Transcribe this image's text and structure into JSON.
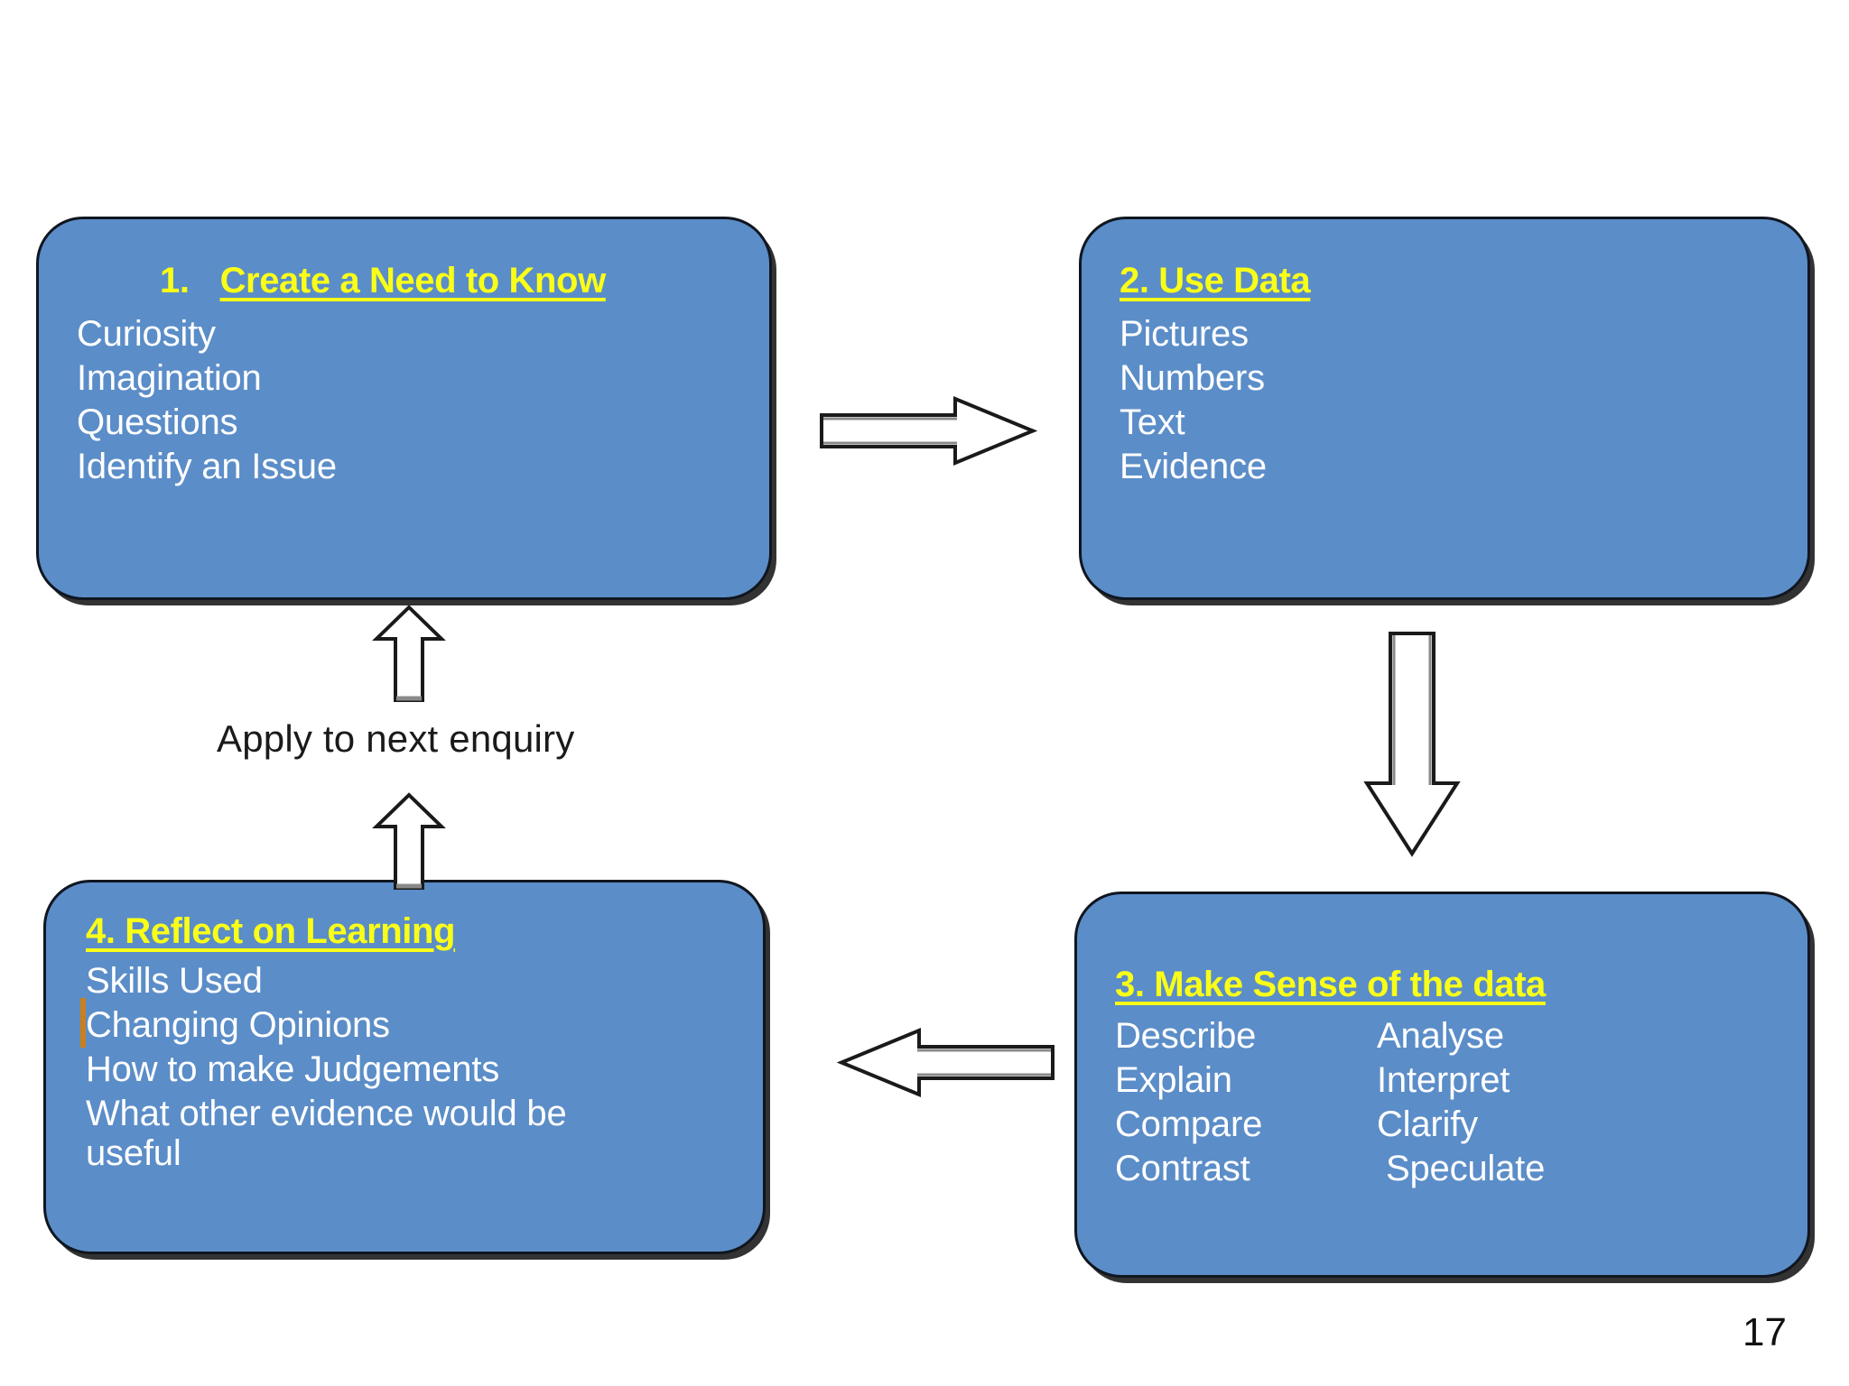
{
  "page": {
    "number": "17",
    "background_color": "#ffffff"
  },
  "theme": {
    "box_fill": "#5B8DC8",
    "box_border": "#10161f",
    "title_color": "#FAFF17",
    "body_text_color": "#ffffff",
    "label_color": "#1a1a1a",
    "caret_color": "#C8801E"
  },
  "nodes": [
    {
      "id": "create-a-need-to-know",
      "number": "1.",
      "title": "Create a Need to Know",
      "items": [
        "Curiosity",
        "Imagination",
        "Questions",
        "Identify an Issue"
      ]
    },
    {
      "id": "use-data",
      "number": "",
      "title": "2. Use Data",
      "items": [
        "Pictures",
        "Numbers",
        "Text",
        "Evidence"
      ]
    },
    {
      "id": "make-sense-of-the-data",
      "number": "",
      "title": "3. Make Sense of the data",
      "items_left": [
        "Describe",
        "Explain",
        "Compare",
        "Contrast"
      ],
      "items_right": [
        "Analyse",
        "Interpret",
        "Clarify",
        "Speculate"
      ]
    },
    {
      "id": "reflect-on-learning",
      "number": "",
      "title": "4. Reflect on Learning",
      "items": [
        "Skills Used",
        "Changing Opinions",
        "How to make Judgements",
        "What other evidence would be useful"
      ]
    }
  ],
  "connectors": [
    {
      "id": "arrow-1-to-2",
      "direction": "right",
      "icon": "block-arrow-right-icon"
    },
    {
      "id": "arrow-2-to-3",
      "direction": "down",
      "icon": "block-arrow-down-icon"
    },
    {
      "id": "arrow-3-to-4",
      "direction": "left",
      "icon": "block-arrow-left-icon"
    },
    {
      "id": "arrow-4-to-loop",
      "direction": "up",
      "icon": "block-arrow-up-icon"
    },
    {
      "id": "arrow-loop-to-1",
      "direction": "up",
      "icon": "block-arrow-up-icon"
    }
  ],
  "labels": {
    "loop": "Apply to next enquiry"
  }
}
